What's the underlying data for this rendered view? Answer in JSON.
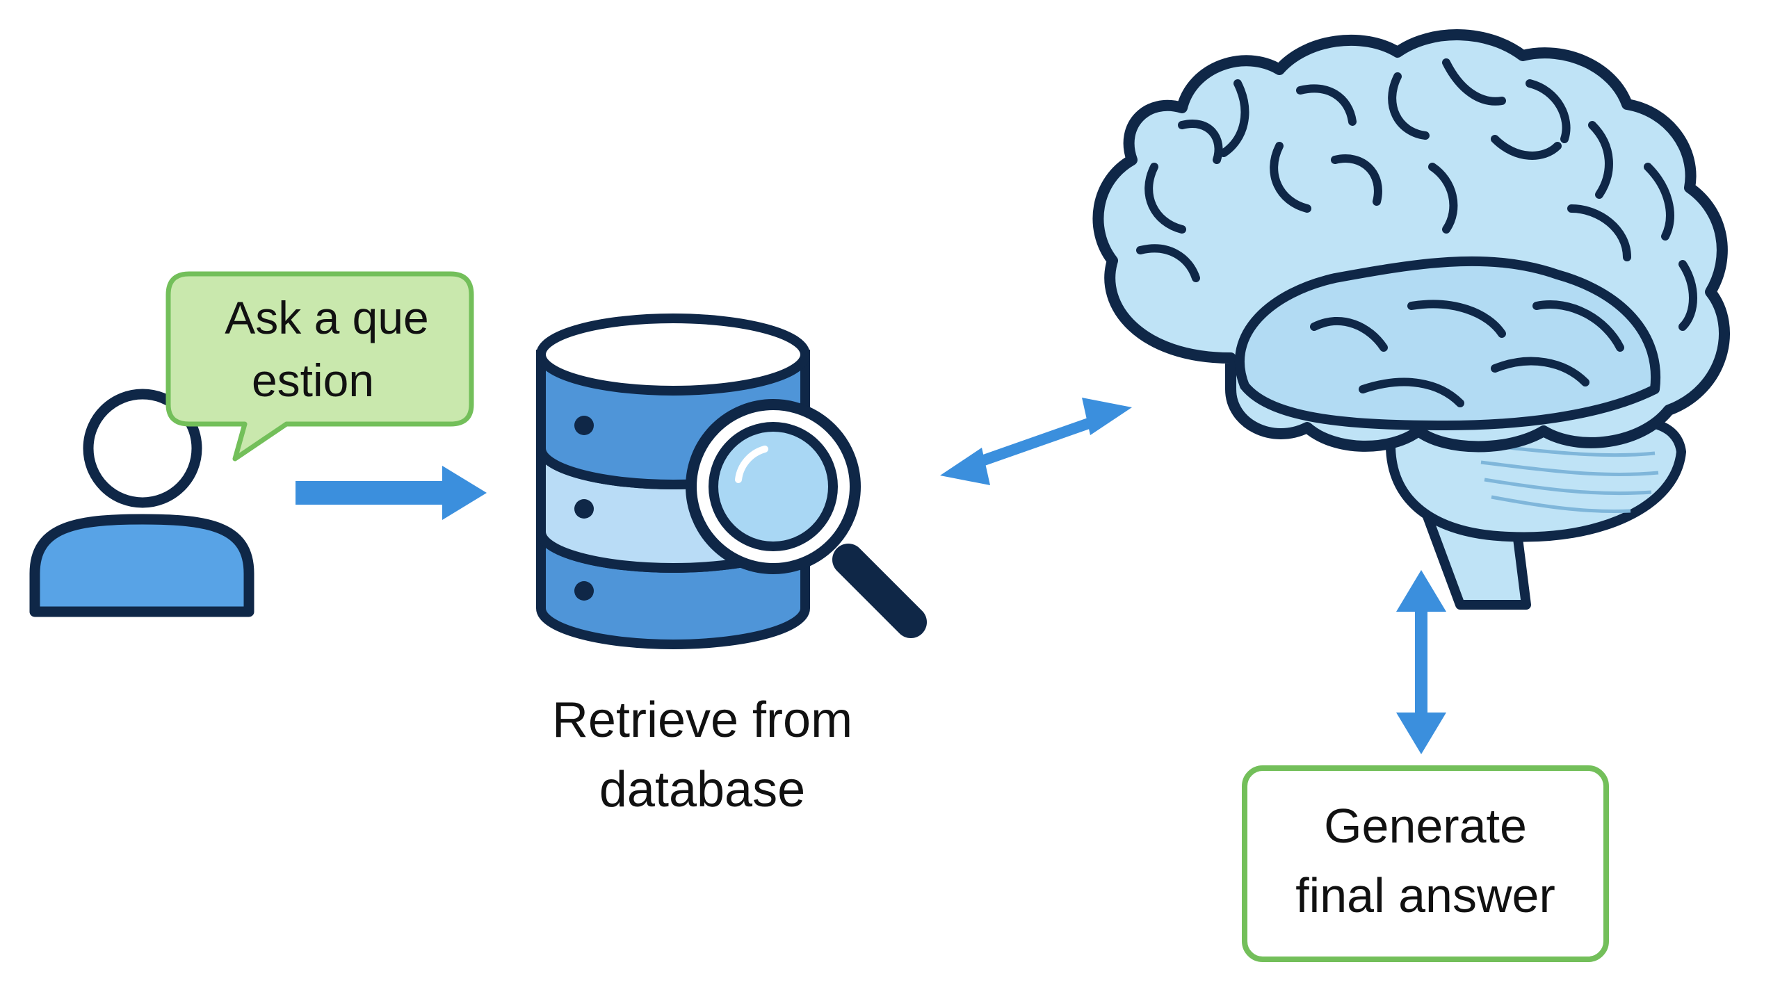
{
  "title": "",
  "colors": {
    "background": "#ffffff",
    "outline": "#0f2747",
    "arrow": "#3b8fdd",
    "person_fill": "#58a3e6",
    "bubble_fill": "#c9e8ad",
    "bubble_border": "#73bf5a",
    "database_dark": "#4f95d8",
    "database_light": "#b9dcf6",
    "brain_fill": "#bfe3f6",
    "answer_border": "#73bf5a"
  },
  "nodes": {
    "user": {
      "icon": "person-icon"
    },
    "question": {
      "line1": "Ask a que",
      "line2": "estion",
      "icon": "speech-bubble"
    },
    "database": {
      "icon": "database-search-icon",
      "label_line1": "Retrieve from",
      "label_line2": "database"
    },
    "brain": {
      "icon": "brain-icon"
    },
    "answer": {
      "line1": "Generate",
      "line2": "final answer"
    }
  },
  "edges": [
    {
      "from": "user",
      "to": "database",
      "direction": "forward"
    },
    {
      "from": "database",
      "to": "brain",
      "direction": "bidirectional"
    },
    {
      "from": "brain",
      "to": "answer",
      "direction": "bidirectional"
    }
  ]
}
